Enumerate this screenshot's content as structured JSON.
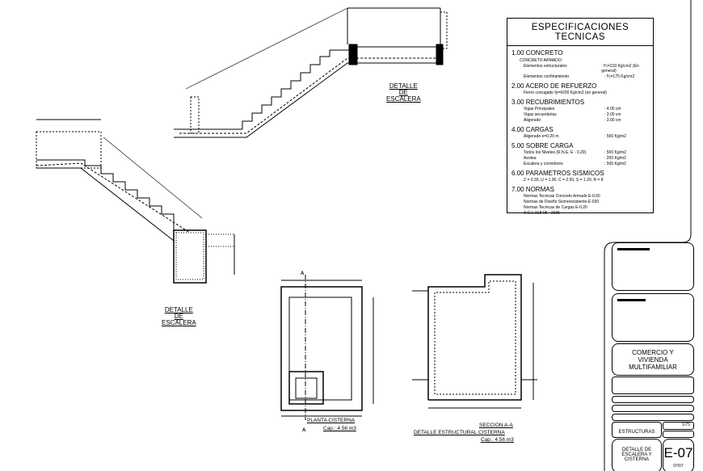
{
  "specs": {
    "title": "ESPECIFICACIONES TECNICAS",
    "s1": "1.00 CONCRETO",
    "s1_sub": "CONCRETO ARMADO:",
    "s1_rows": [
      [
        "Elementos estructurales",
        ": f'c=210 Kg/cm2 (En general)"
      ],
      [
        "Elementos confinamiento",
        ": f'c=175 Kg/cm2"
      ]
    ],
    "s2": "2.00 ACERO DE REFUERZO",
    "s2_text": "Fierro corrugado fy=4200 Kg/cm2 (en general)",
    "s3": "3.00 RECUBRIMIENTOS",
    "s3_rows": [
      [
        "Vigas Principales",
        ": 4.00 cm"
      ],
      [
        "Vigas secundarias",
        ": 3.00 cm"
      ],
      [
        "Aligerado",
        ": 3.00 cm"
      ]
    ],
    "s4": "4.00 CARGAS",
    "s4_rows": [
      [
        "Aligerado e=0.20 m",
        ": 500 Kg/m2"
      ]
    ],
    "s5": "5.00 SOBRE CARGA",
    "s5_rows": [
      [
        "Todos los Niveles (R.N.E. E - 0.20)",
        ": 500 Kg/m2"
      ],
      [
        "Azotea",
        ": 250 Kg/m2"
      ],
      [
        "Escalera y corredores",
        ": 500 Kg/m2"
      ]
    ],
    "s6": "6.00 PARAMETROS SISMICOS",
    "s6_text": "Z = 0.30,    U = 1.30,  C = 2.50,    S = 1.20,   R = 8",
    "s7": "7.00 NORMAS",
    "s7_rows": [
      "Normas Tecnicas Concreto Armado E-0.60",
      "Normas de Diseño Sismoresistente E-030",
      "Normas Tecnicas de Cargas E-0.20",
      "A.C.I. 318-05 - 2005"
    ]
  },
  "labels": {
    "stair_top": [
      "DETALLE",
      "DE",
      "ESCALERA"
    ],
    "stair_left": [
      "DETALLE",
      "DE",
      "ESCALERA"
    ],
    "plan_title": "PLANTA CISTERNA",
    "plan_cap": "Cap.: 4.56 m3",
    "section_title": "SECCION A-A",
    "section_sub": "DETALLE ESTRUCTURAL CISTERNA",
    "section_cap": "Cap.: 4.56 m3",
    "cut_mark": "A"
  },
  "title_block": {
    "project": "COMERCIO Y VIVIENDA MULTIFAMILIAR",
    "specialty": "ESTRUCTURAS",
    "scale": "1/75",
    "sheet_desc": "DETALLE DE ESCALERA Y CISTERNA",
    "sheet": "E-07",
    "sheet_count": "07/07"
  },
  "colors": {
    "annotation": "#8a2be2",
    "line": "#000000"
  }
}
